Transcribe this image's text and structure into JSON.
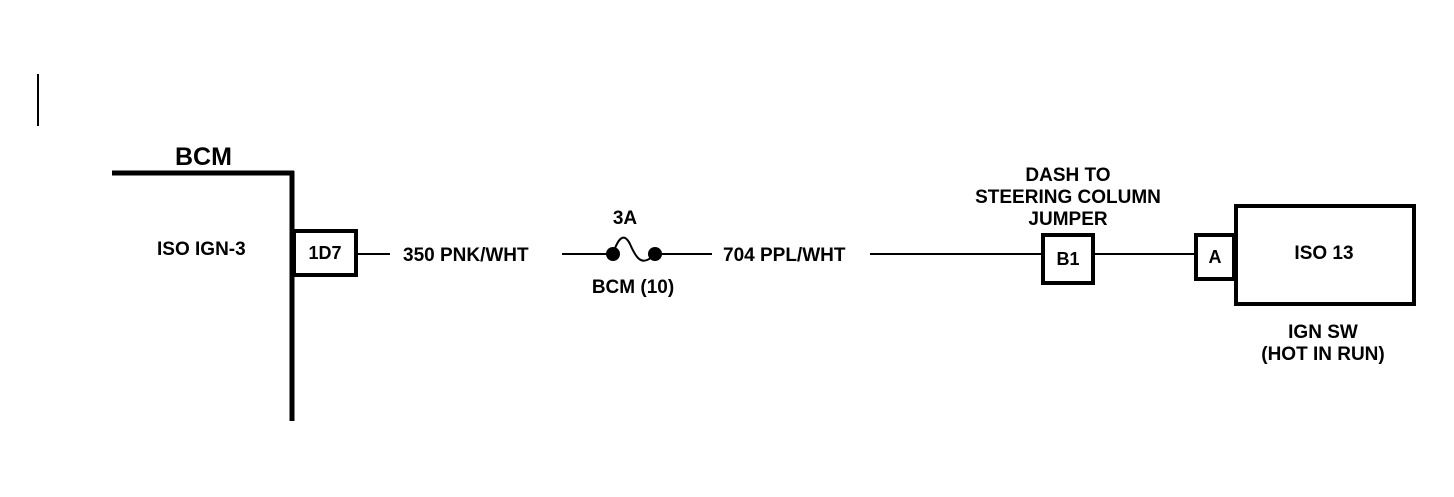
{
  "module": {
    "title": "BCM",
    "pin_label": "ISO IGN-3"
  },
  "connectors": {
    "bcm_pin": "1D7",
    "jumper_pin": "B1",
    "switch_pin": "A"
  },
  "wires": {
    "left": "350 PNK/WHT",
    "right": "704 PPL/WHT"
  },
  "fuse": {
    "rating": "3A",
    "name": "BCM (10)"
  },
  "jumper": {
    "line1": "DASH TO",
    "line2": "STEERING COLUMN",
    "line3": "JUMPER"
  },
  "ignition_switch": {
    "box_label": "ISO 13",
    "name_line1": "IGN SW",
    "name_line2": "(HOT IN RUN)"
  },
  "colors": {
    "ink": "#000000",
    "background": "#ffffff"
  }
}
